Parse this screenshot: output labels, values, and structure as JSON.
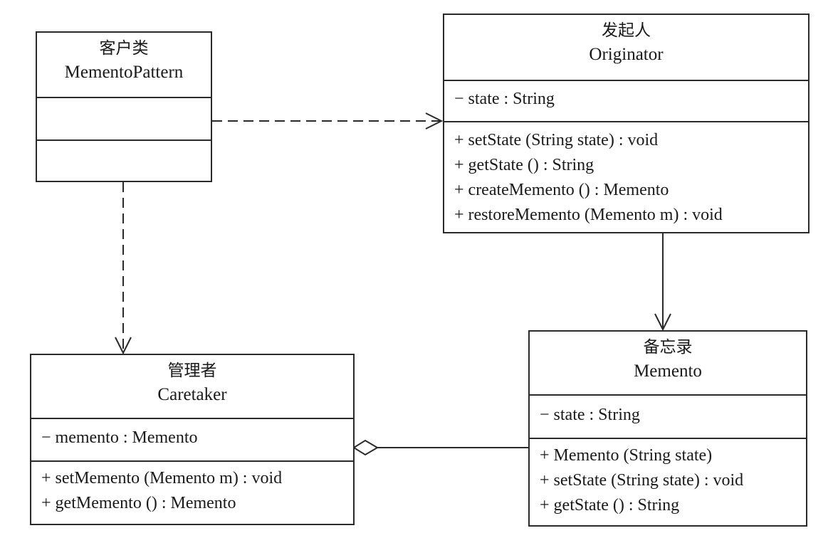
{
  "classes": {
    "client": {
      "cn": "客户类",
      "en": "MementoPattern",
      "attributes": [],
      "methods": []
    },
    "originator": {
      "cn": "发起人",
      "en": "Originator",
      "attributes": [
        "− state : String"
      ],
      "methods": [
        "+ setState (String state) : void",
        "+ getState () : String",
        "+ createMemento () : Memento",
        "+ restoreMemento (Memento m) : void"
      ]
    },
    "caretaker": {
      "cn": "管理者",
      "en": "Caretaker",
      "attributes": [
        "− memento : Memento"
      ],
      "methods": [
        "+ setMemento (Memento m) : void",
        "+ getMemento () : Memento"
      ]
    },
    "memento": {
      "cn": "备忘录",
      "en": "Memento",
      "attributes": [
        "− state : String"
      ],
      "methods": [
        "+ Memento (String state)",
        "+ setState (String state) : void",
        "+ getState () : String"
      ]
    }
  },
  "relations": [
    {
      "from": "MementoPattern",
      "to": "Originator",
      "kind": "dependency"
    },
    {
      "from": "MementoPattern",
      "to": "Caretaker",
      "kind": "dependency"
    },
    {
      "from": "Originator",
      "to": "Memento",
      "kind": "association"
    },
    {
      "from": "Caretaker",
      "to": "Memento",
      "kind": "aggregation"
    }
  ]
}
